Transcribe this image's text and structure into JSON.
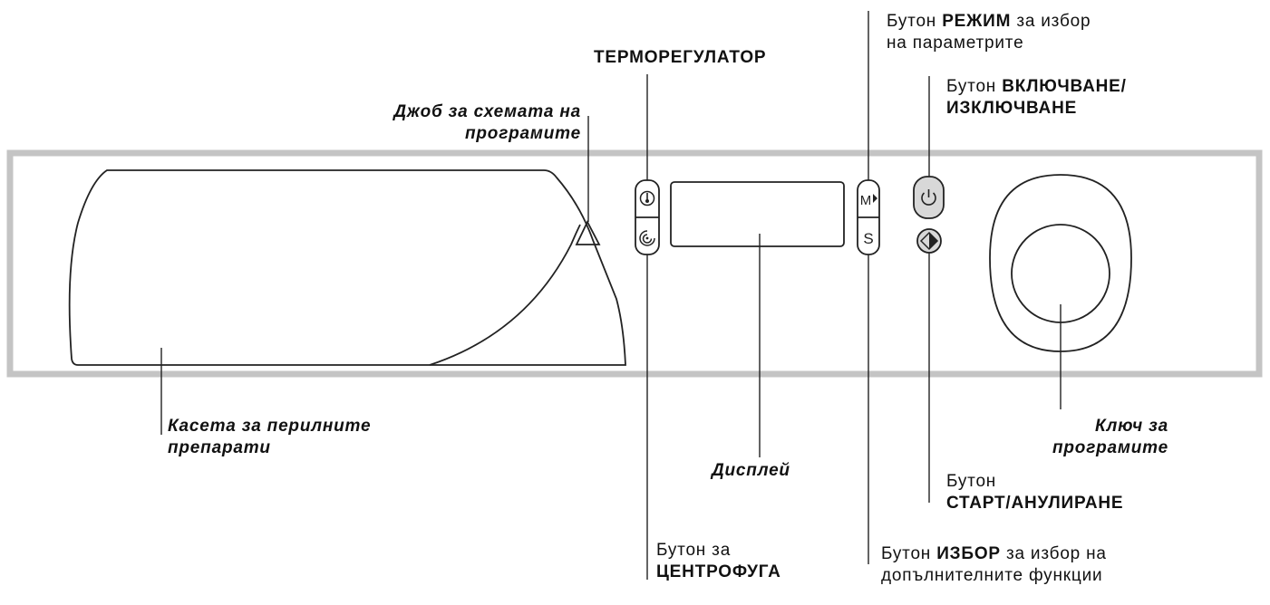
{
  "labels": {
    "mode_prefix": "Бутон",
    "mode_name": "РЕЖИМ",
    "mode_suffix": "за избор",
    "mode_line2": "на параметрите",
    "thermo": "ТЕРМОРЕГУЛАТОР",
    "power_prefix": "Бутон",
    "power_name1": "ВКЛЮЧВАНЕ/",
    "power_name2": "ИЗКЛЮЧВАНЕ",
    "pocket_line1": "Джоб за схемата на",
    "pocket_line2": "програмите",
    "dispenser_line1": "Касета за перилните",
    "dispenser_line2": "препарати",
    "knob_line1": "Ключ за",
    "knob_line2": "програмите",
    "display": "Дисплей",
    "start_line1": "Бутон",
    "start_line2": "СТАРТ/АНУЛИРАНЕ",
    "spin_line1": "Бутон за",
    "spin_line2": "ЦЕНТРОФУГА",
    "select_prefix": "Бутон",
    "select_name": "ИЗБОР",
    "select_suffix": "за избор на",
    "select_line2": "допълнителните функции"
  },
  "buttons": {
    "mode_glyph": "M",
    "select_glyph": "S"
  },
  "colors": {
    "panel_border": "#c4c4c4",
    "power_fill": "#d8d8d8",
    "line": "#222222"
  }
}
